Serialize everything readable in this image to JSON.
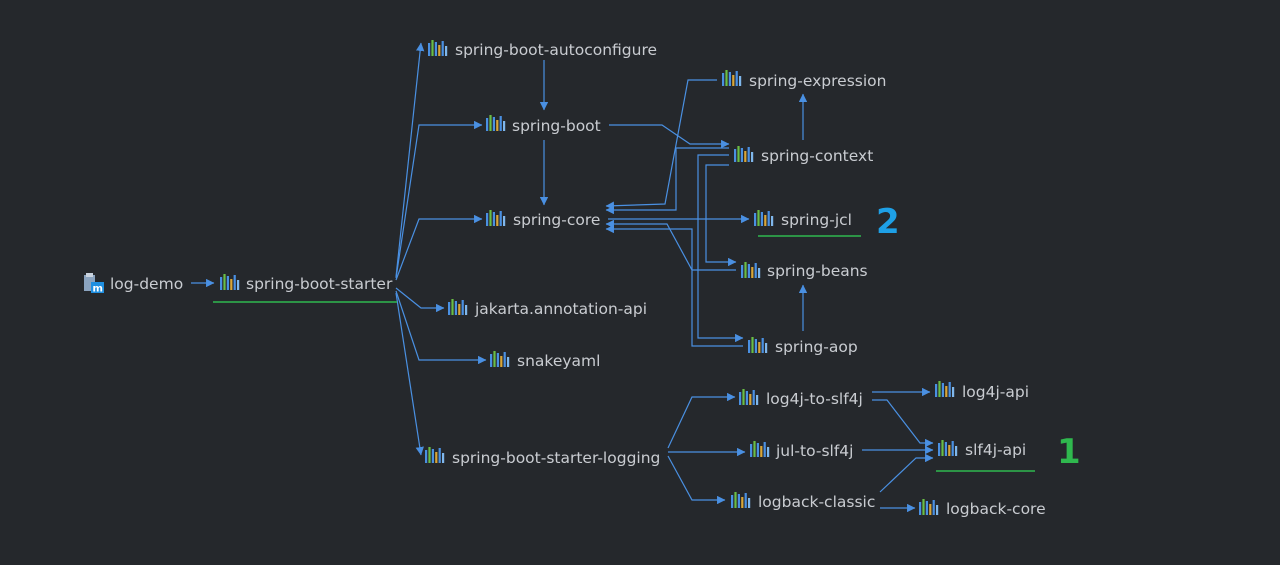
{
  "root": {
    "label": "log-demo",
    "icon": "module-icon"
  },
  "nodes": {
    "starter": "spring-boot-starter",
    "autoconfigure": "spring-boot-autoconfigure",
    "boot": "spring-boot",
    "core": "spring-core",
    "jakarta": "jakarta.annotation-api",
    "snakeyaml": "snakeyaml",
    "logging": "spring-boot-starter-logging",
    "expression": "spring-expression",
    "context": "spring-context",
    "jcl": "spring-jcl",
    "beans": "spring-beans",
    "aop": "spring-aop",
    "log4jToSlf4j": "log4j-to-slf4j",
    "julToSlf4j": "jul-to-slf4j",
    "logbackClassic": "logback-classic",
    "log4jApi": "log4j-api",
    "slf4jApi": "slf4j-api",
    "logbackCore": "logback-core"
  },
  "library_icon": "maven-library-icon",
  "markers": [
    {
      "text": "2",
      "color": "#1ea0e6"
    },
    {
      "text": "1",
      "color": "#2fb84e"
    }
  ],
  "colors": {
    "background": "#25282c",
    "edge": "#4a90e2",
    "highlight": "#2fb84e",
    "label": "#c9ccd1"
  }
}
